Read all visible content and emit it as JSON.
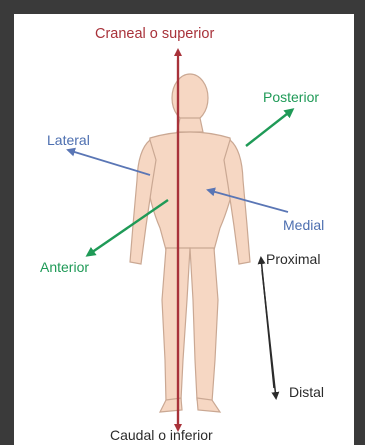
{
  "labels": {
    "top": "Craneal o superior",
    "bottom": "Caudal o inferior",
    "posterior": "Posterior",
    "lateral": "Lateral",
    "medial": "Medial",
    "anterior": "Anterior",
    "proximal": "Proximal",
    "distal": "Distal"
  },
  "colors": {
    "background": "#3a3a3a",
    "panel": "#ffffff",
    "body_fill": "#f6d7c3",
    "body_stroke": "#caa893",
    "axis_red": "#a8323a",
    "arrow_green": "#1f9a57",
    "arrow_blue": "#5a76b5",
    "text_blue": "#4d6fb0",
    "text_dark": "#2b2b2b"
  }
}
